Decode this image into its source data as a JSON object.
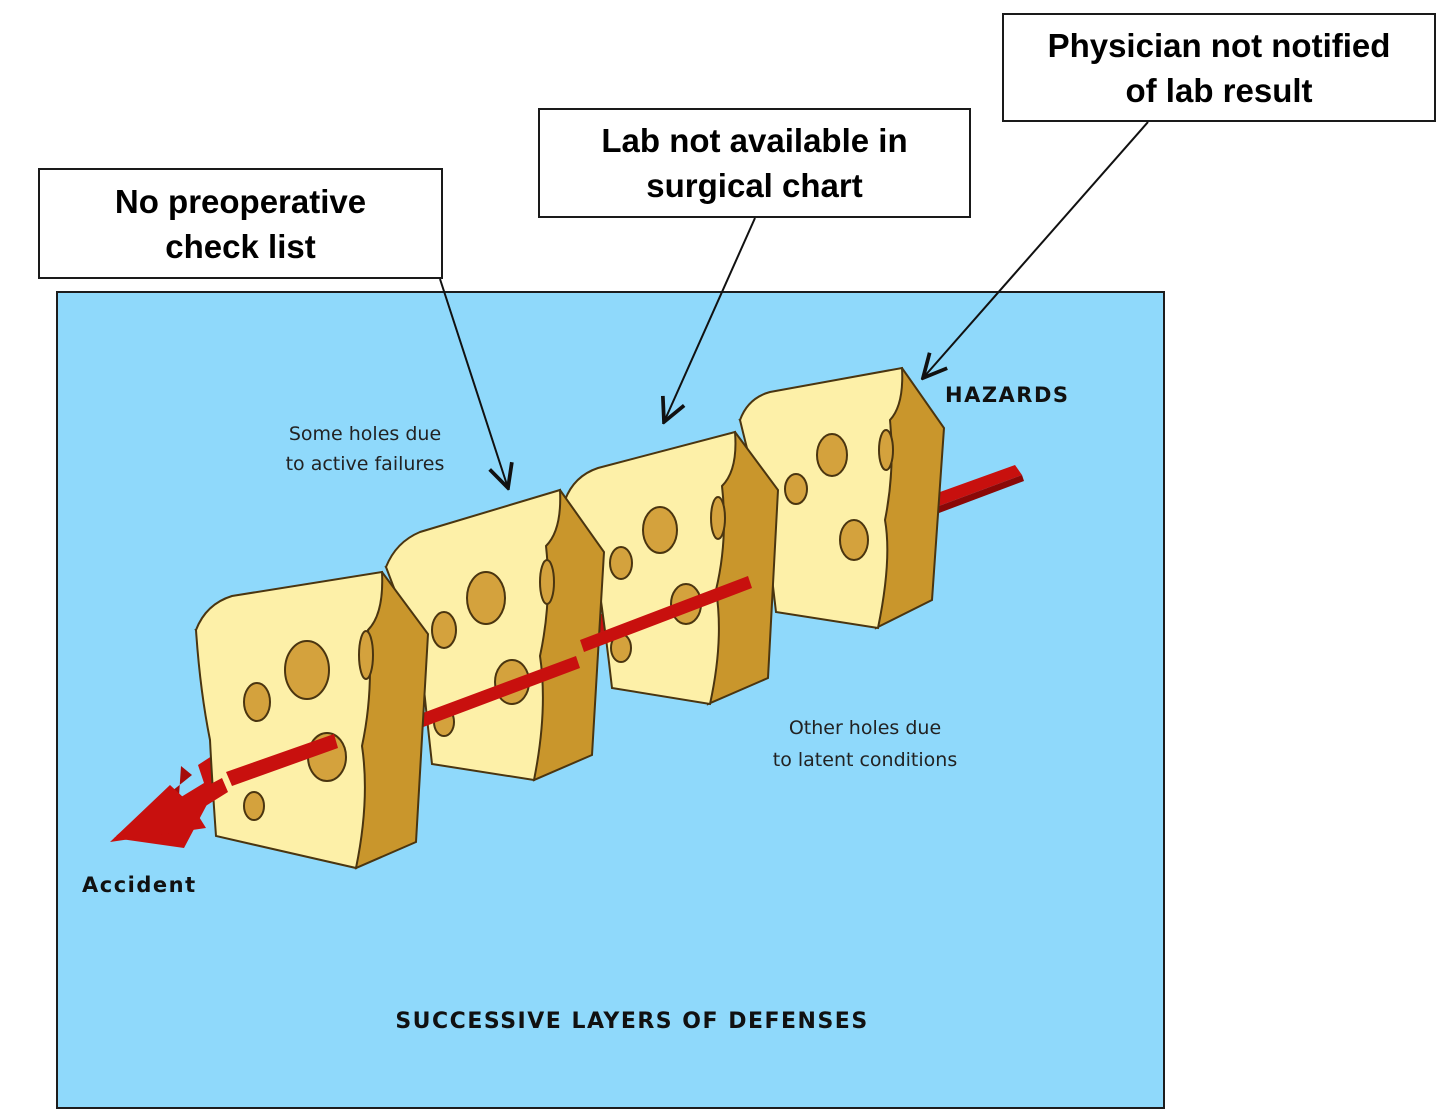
{
  "callouts": [
    {
      "line1": "No preoperative",
      "line2": "check list"
    },
    {
      "line1": "Lab not available in",
      "line2": "surgical chart"
    },
    {
      "line1": "Physician not notified",
      "line2": "of lab result"
    }
  ],
  "diagram": {
    "hazards": "HAZARDS",
    "accident": "Accident",
    "active_note": {
      "line1": "Some holes due",
      "line2": "to active failures"
    },
    "latent_note": {
      "line1": "Other holes due",
      "line2": "to latent conditions"
    },
    "caption": "SUCCESSIVE LAYERS OF DEFENSES"
  },
  "colors": {
    "background": "#8fd9fb",
    "cheese_face": "#fdf0a8",
    "cheese_side": "#c9962c",
    "arrow": "#c8100e"
  }
}
